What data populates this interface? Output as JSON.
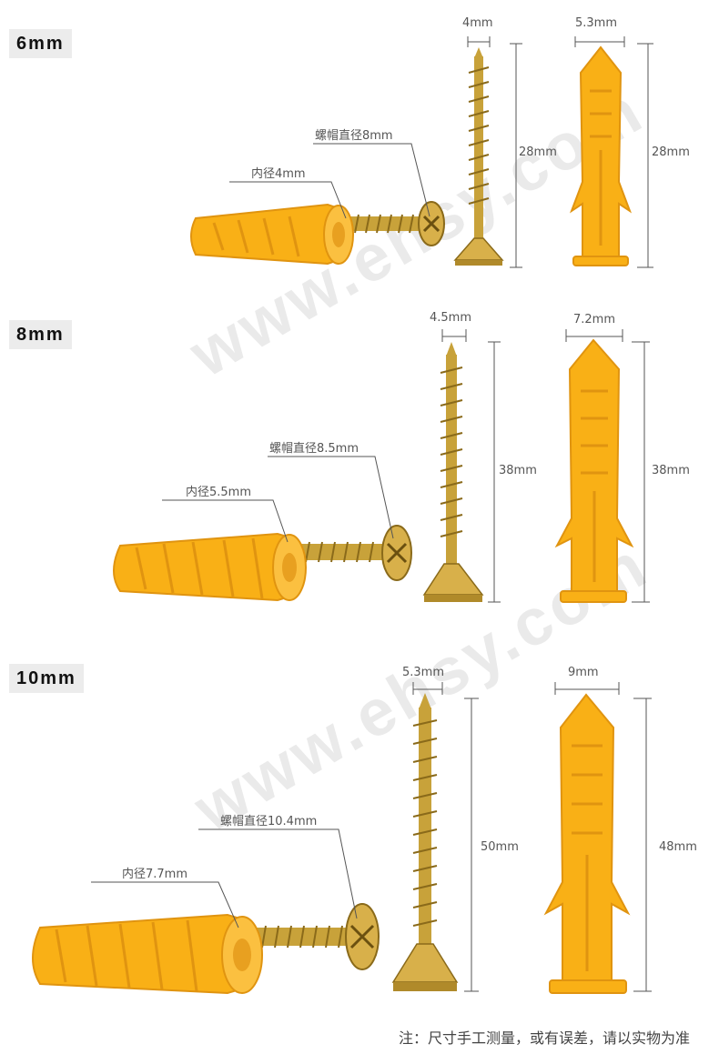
{
  "watermark": "www.ehsy.com",
  "colors": {
    "plug": "#f9b016",
    "plug_dark": "#e09410",
    "screw": "#c8a23a",
    "line": "#555555"
  },
  "sections": [
    {
      "size": "6mm",
      "screw_width": "4mm",
      "plug_width": "5.3mm",
      "screw_length": "28mm",
      "plug_length": "28mm",
      "head_diameter": "螺帽直径8mm",
      "inner_diameter": "内径4mm"
    },
    {
      "size": "8mm",
      "screw_width": "4.5mm",
      "plug_width": "7.2mm",
      "screw_length": "38mm",
      "plug_length": "38mm",
      "head_diameter": "螺帽直径8.5mm",
      "inner_diameter": "内径5.5mm"
    },
    {
      "size": "10mm",
      "screw_width": "5.3mm",
      "plug_width": "9mm",
      "screw_length": "50mm",
      "plug_length": "48mm",
      "head_diameter": "螺帽直径10.4mm",
      "inner_diameter": "内径7.7mm"
    }
  ],
  "note": "注：尺寸手工测量，或有误差，请以实物为准"
}
